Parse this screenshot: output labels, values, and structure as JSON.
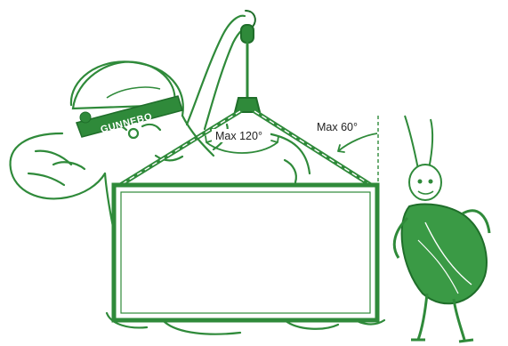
{
  "labels": {
    "angle_between_legs": "Max 120°",
    "angle_from_vertical": "Max 60°"
  },
  "logo_text": "GUNNEBO",
  "colors": {
    "ink": "#2f8a3a",
    "ink_dark": "#1f6e2a",
    "fill_green": "#3a9a45",
    "label_text": "#222222",
    "panel": "#ffffff"
  }
}
